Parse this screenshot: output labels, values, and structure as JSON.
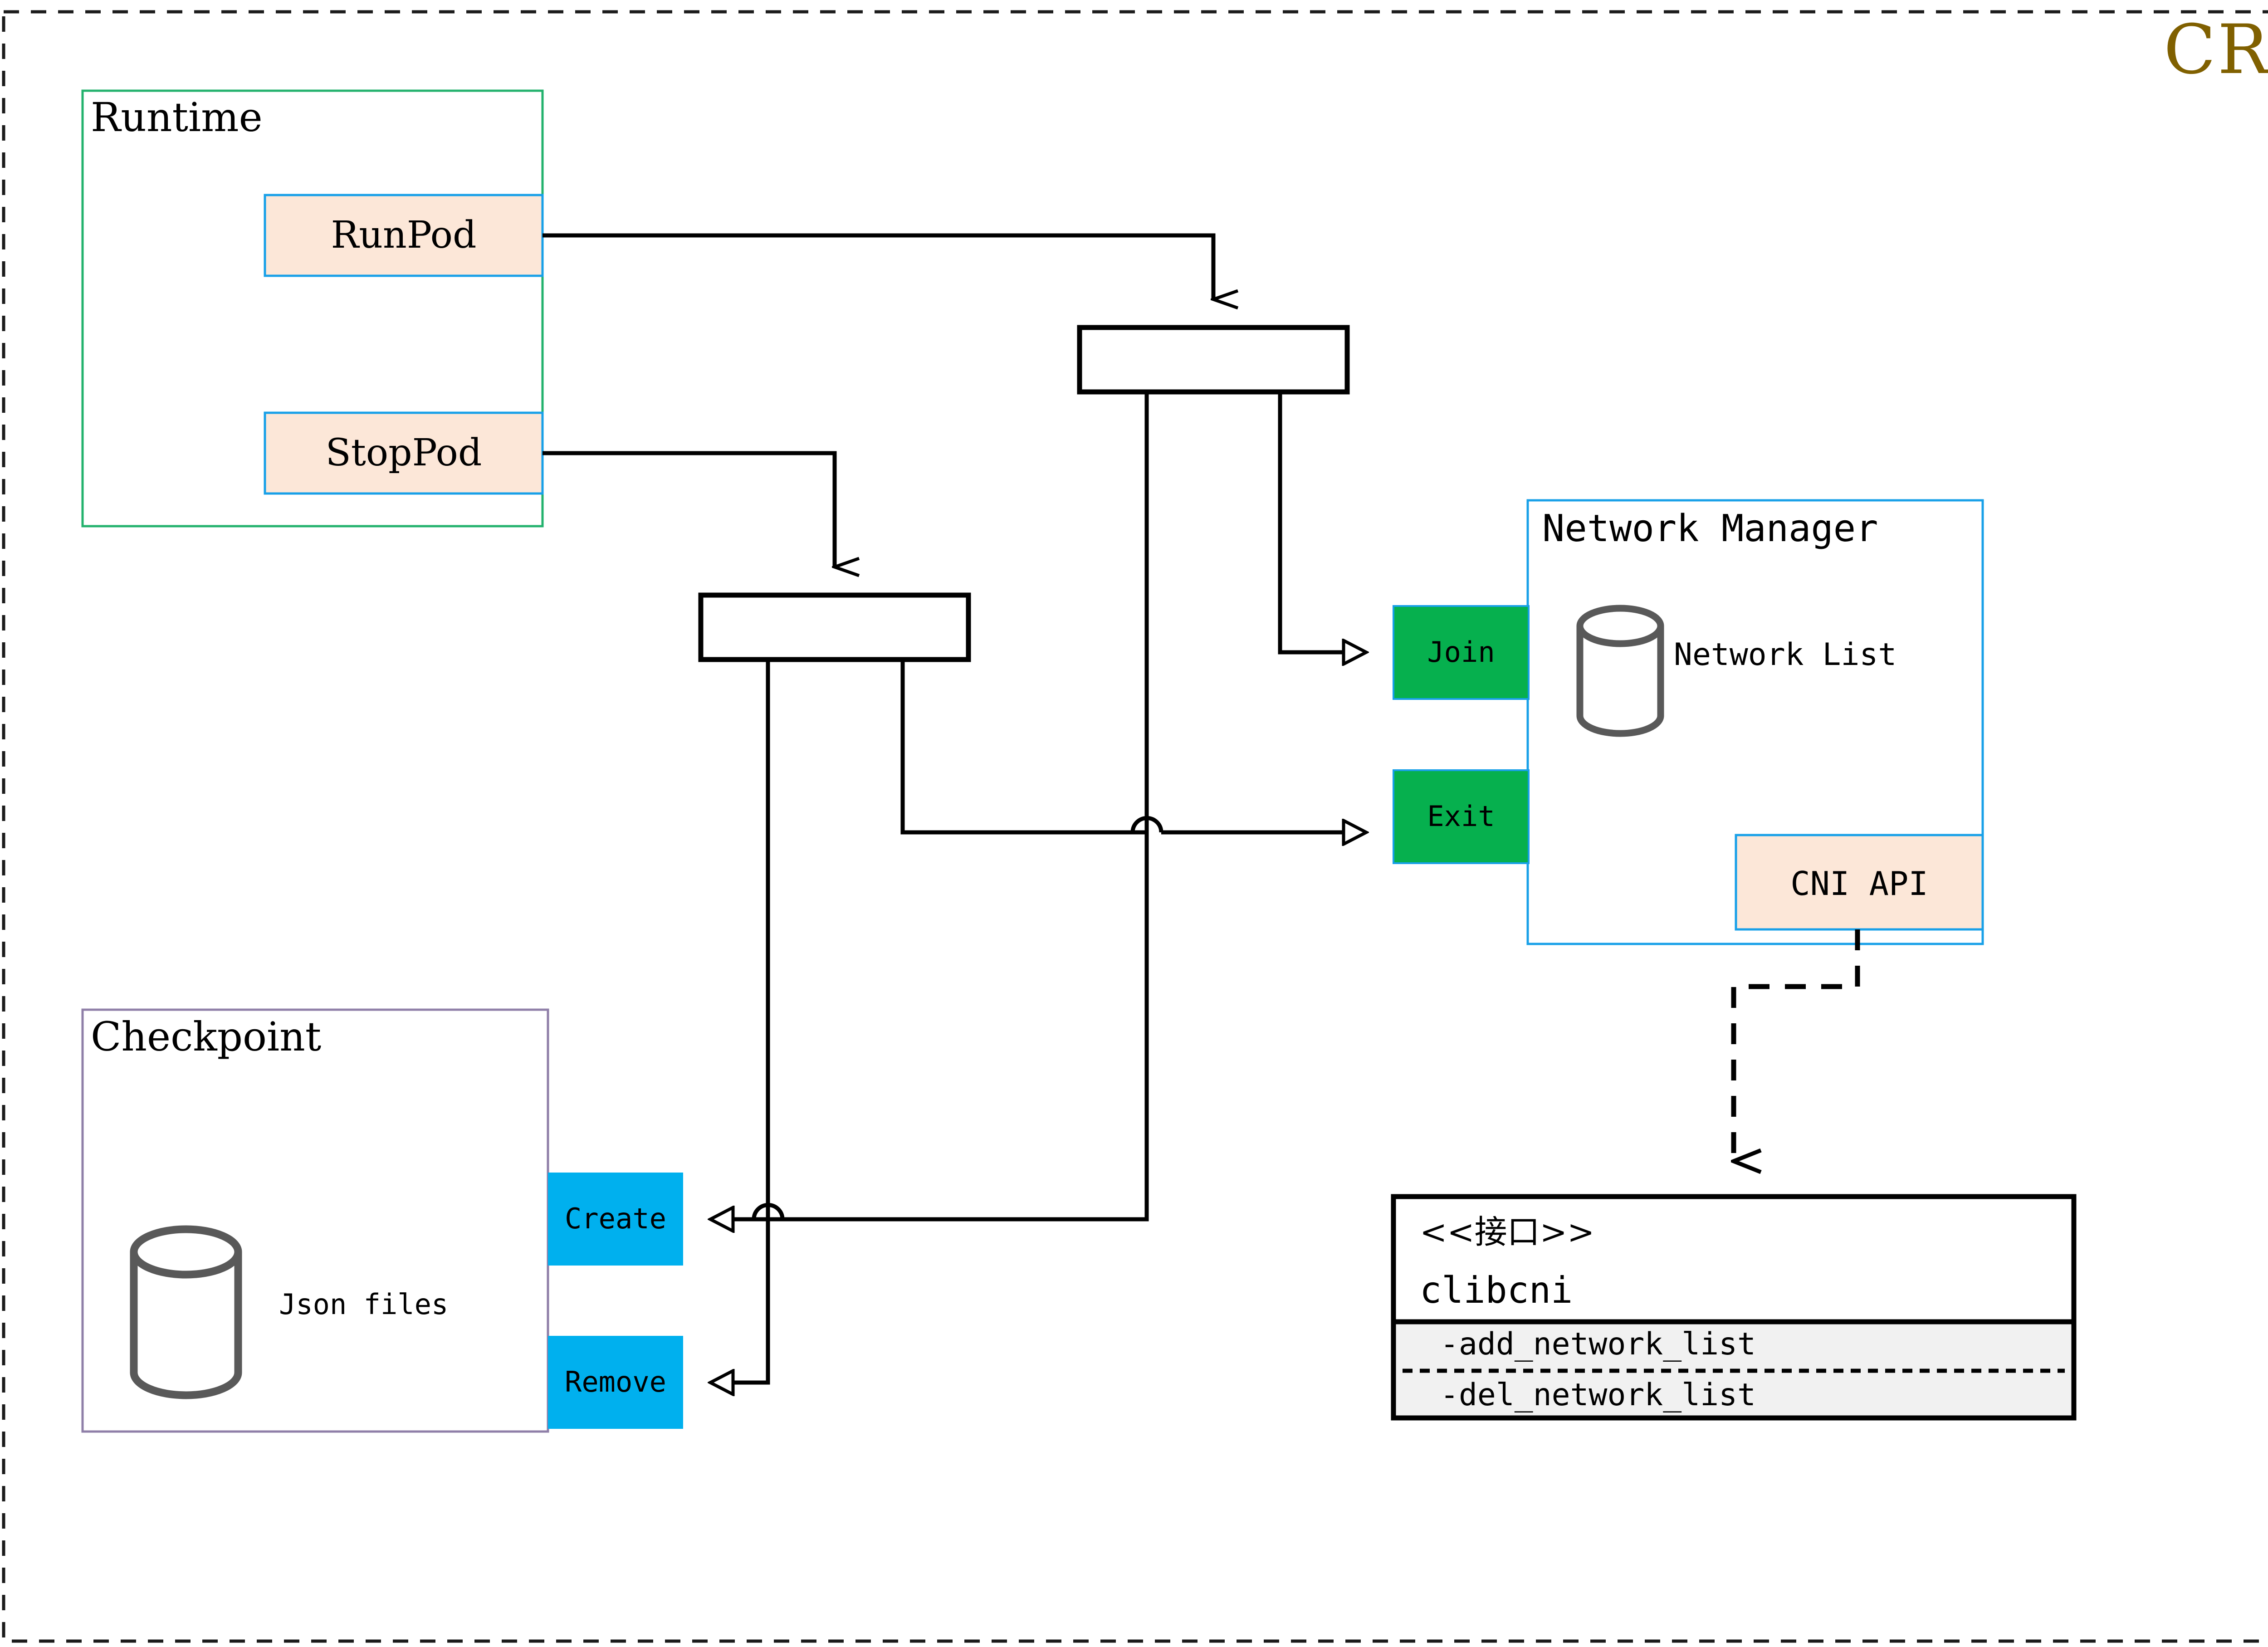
{
  "diagram": {
    "title": "CRI",
    "title_color": "#806000",
    "outer_border_style": "dashed",
    "colors": {
      "fill_peach": "#fce7d8",
      "border_blue": "#18a0e8",
      "border_green": "#23b26d",
      "border_purple": "#8f7fa8",
      "fill_green": "#06b04e",
      "fill_cyan": "#00b0ee",
      "fill_gray": "#f1f1f1",
      "stroke_black": "#000000",
      "cylinder_stroke": "#595959"
    }
  },
  "runtime": {
    "title": "Runtime",
    "actions": [
      {
        "label": "RunPod"
      },
      {
        "label": "StopPod"
      }
    ]
  },
  "checkpoint": {
    "title": "Checkpoint",
    "store_label": "Json files",
    "operations": [
      {
        "label": "Create"
      },
      {
        "label": "Remove"
      }
    ]
  },
  "network_manager": {
    "title": "Network Manager",
    "store_label": "Network List",
    "api": {
      "label": "CNI API"
    },
    "ports": [
      {
        "label": "Join"
      },
      {
        "label": "Exit"
      }
    ]
  },
  "clibcni": {
    "stereotype": "<<接口>>",
    "name": "clibcni",
    "methods": [
      {
        "label": "-add_network_list"
      },
      {
        "label": "-del_network_list"
      }
    ]
  },
  "fork_bars": [
    {
      "name": "runpod-fork"
    },
    {
      "name": "stoppod-fork"
    }
  ]
}
